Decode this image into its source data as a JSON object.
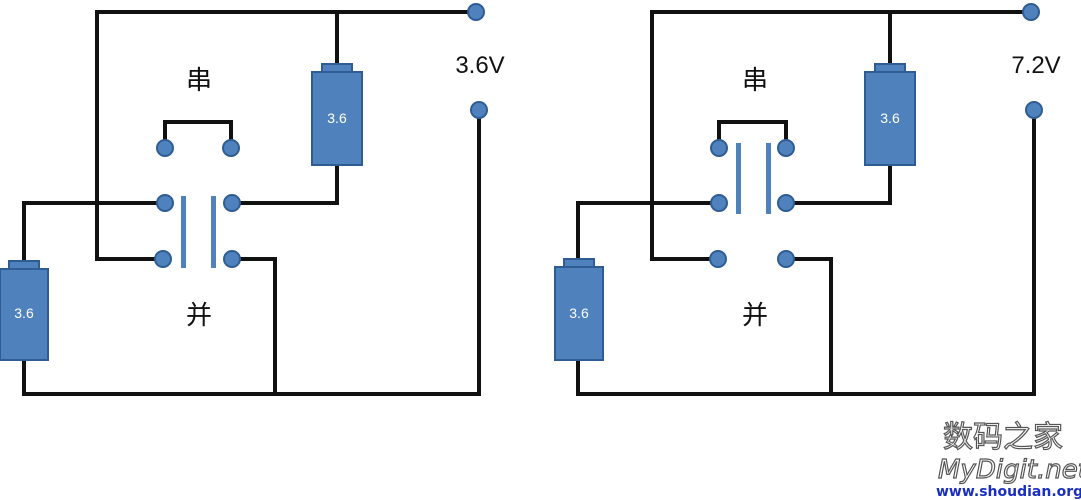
{
  "left_circuit": {
    "voltage_label": "3.6V",
    "series_label": "串",
    "parallel_label": "并",
    "battery_top_label": "3.6",
    "battery_left_label": "3.6"
  },
  "right_circuit": {
    "voltage_label": "7.2V",
    "series_label": "串",
    "parallel_label": "并",
    "battery_top_label": "3.6",
    "battery_left_label": "3.6"
  },
  "watermark": {
    "cn": "数码之家",
    "en": "MyDigit.net",
    "url": "www.shoudian.org"
  },
  "colors": {
    "component": "#4f81bd",
    "wire": "#111111",
    "url": "#1a2fbf"
  }
}
